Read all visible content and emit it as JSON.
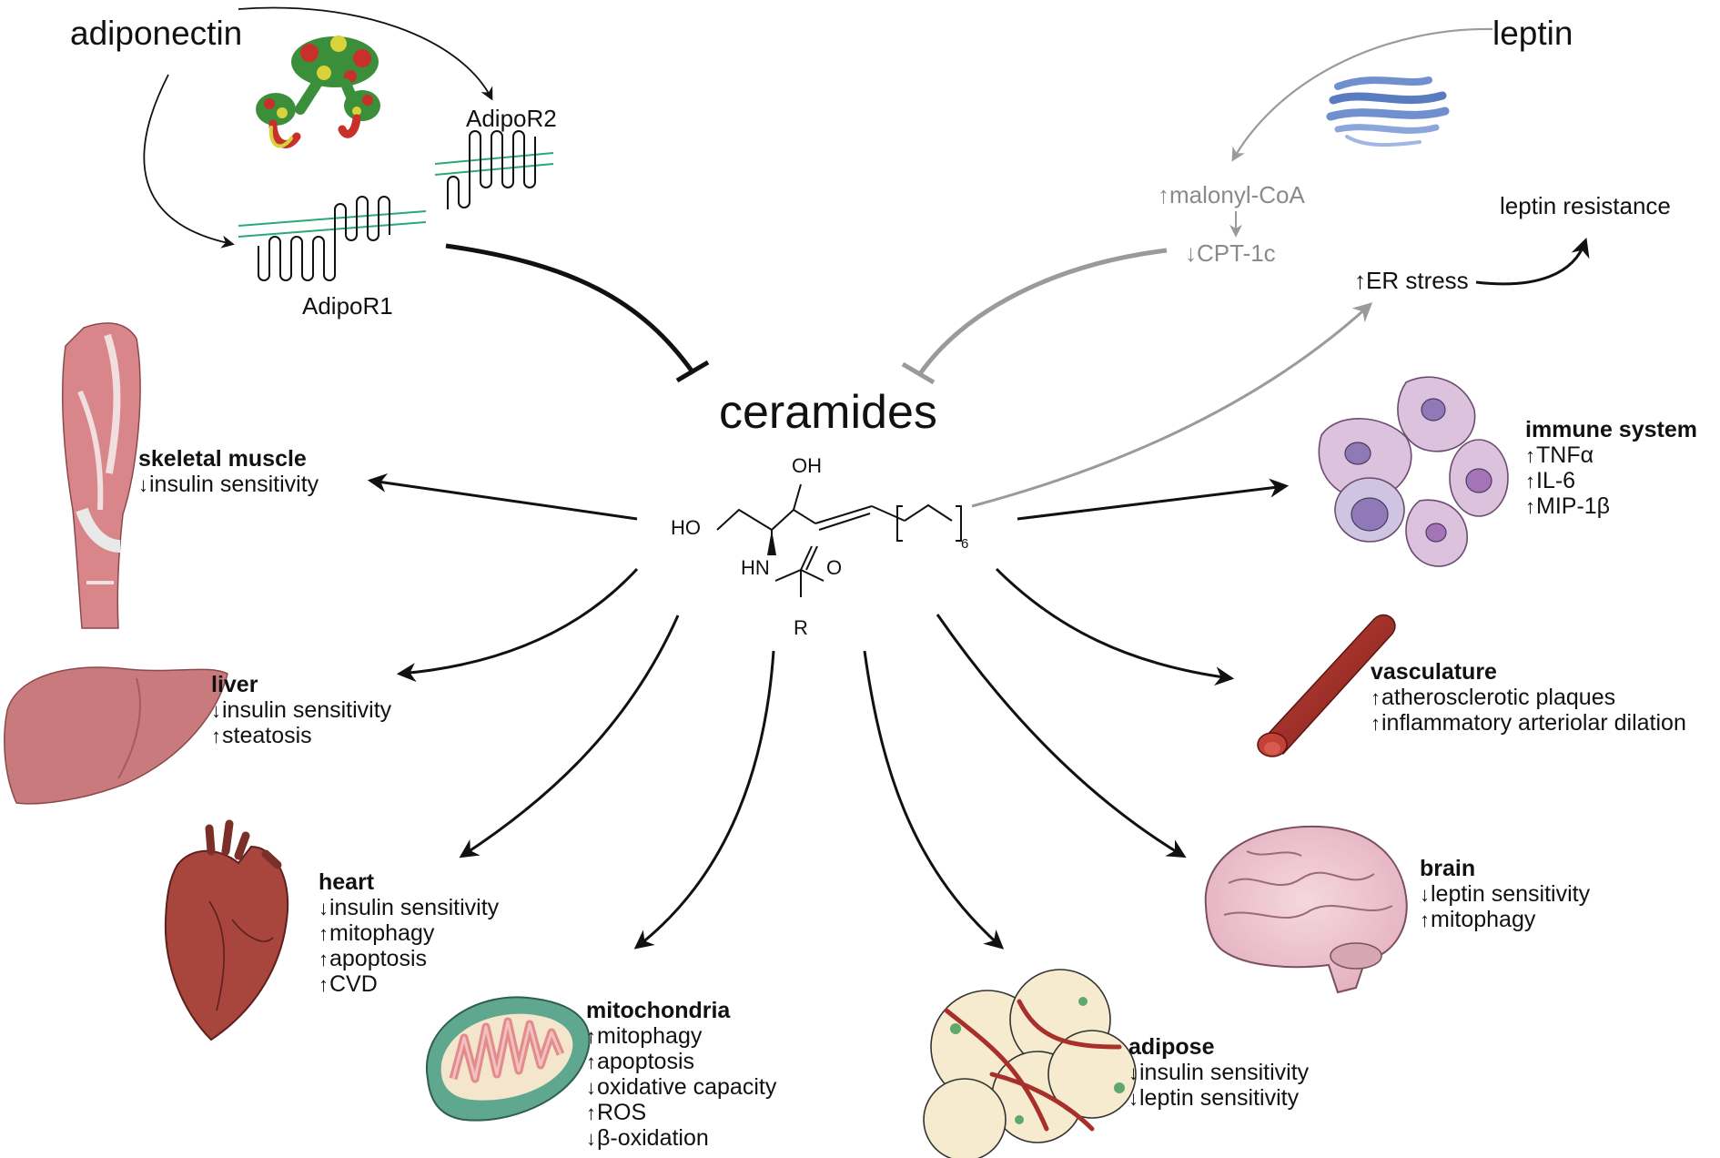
{
  "hormones": {
    "adiponectin": "adiponectin",
    "leptin": "leptin"
  },
  "receptors": {
    "r1": "AdipoR1",
    "r2": "AdipoR2"
  },
  "leptin_path": {
    "malonyl": "malonyl-CoA",
    "cpt": "CPT-1c",
    "er": "ER stress",
    "resistance": "leptin resistance"
  },
  "center": {
    "title": "ceramides",
    "oh": "OH",
    "ho": "HO",
    "hn": "HN",
    "o": "O",
    "r": "R",
    "sub": "6"
  },
  "symbols": {
    "up": "↑",
    "down": "↓"
  },
  "organs": {
    "skeletal_muscle": {
      "title": "skeletal muscle",
      "effects": [
        {
          "dir": "down",
          "text": "insulin sensitivity"
        }
      ]
    },
    "liver": {
      "title": "liver",
      "effects": [
        {
          "dir": "down",
          "text": "insulin sensitivity"
        },
        {
          "dir": "up",
          "text": "steatosis"
        }
      ]
    },
    "heart": {
      "title": "heart",
      "effects": [
        {
          "dir": "down",
          "text": "insulin sensitivity"
        },
        {
          "dir": "up",
          "text": "mitophagy"
        },
        {
          "dir": "up",
          "text": "apoptosis"
        },
        {
          "dir": "up",
          "text": "CVD"
        }
      ]
    },
    "mitochondria": {
      "title": "mitochondria",
      "effects": [
        {
          "dir": "up",
          "text": "mitophagy"
        },
        {
          "dir": "up",
          "text": "apoptosis"
        },
        {
          "dir": "down",
          "text": "oxidative capacity"
        },
        {
          "dir": "up",
          "text": "ROS"
        },
        {
          "dir": "down",
          "text": "β-oxidation"
        }
      ]
    },
    "adipose": {
      "title": "adipose",
      "effects": [
        {
          "dir": "down",
          "text": "insulin sensitivity"
        },
        {
          "dir": "down",
          "text": "leptin sensitivity"
        }
      ]
    },
    "brain": {
      "title": "brain",
      "effects": [
        {
          "dir": "down",
          "text": "leptin sensitivity"
        },
        {
          "dir": "up",
          "text": "mitophagy"
        }
      ]
    },
    "vasculature": {
      "title": "vasculature",
      "effects": [
        {
          "dir": "up",
          "text": "atherosclerotic plaques"
        },
        {
          "dir": "up",
          "text": "inflammatory arteriolar dilation"
        }
      ]
    },
    "immune_system": {
      "title": "immune system",
      "effects": [
        {
          "dir": "up",
          "text": "TNFα"
        },
        {
          "dir": "up",
          "text": "IL-6"
        },
        {
          "dir": "up",
          "text": "MIP-1β"
        }
      ]
    }
  },
  "colors": {
    "arrow": "#111111",
    "grey_arrow": "#9a9a9a",
    "membrane": "#2aa876",
    "muscle": "#d9868a",
    "liver": "#c87a7d",
    "heart": "#a8453c",
    "mito_outer": "#5fa88f",
    "mito_inner": "#e9c7a5",
    "fat_cell": "#f6ebcf",
    "vessel": "#a8302a",
    "brain": "#ecc5cf",
    "immune_cell": "#dcc2dd",
    "immune_nucleus": "#8f7ab7",
    "protein_blue": "#6f8fcf"
  },
  "icons": {
    "adiponectin_structure": "adiponectin-protein-icon",
    "leptin_structure": "leptin-protein-icon",
    "skeletal_muscle": "skeletal-muscle-icon",
    "liver": "liver-icon",
    "heart": "heart-icon",
    "mitochondria": "mitochondrion-icon",
    "adipose": "adipose-tissue-icon",
    "brain": "brain-icon",
    "vasculature": "blood-vessel-icon",
    "immune_system": "immune-cells-icon"
  }
}
